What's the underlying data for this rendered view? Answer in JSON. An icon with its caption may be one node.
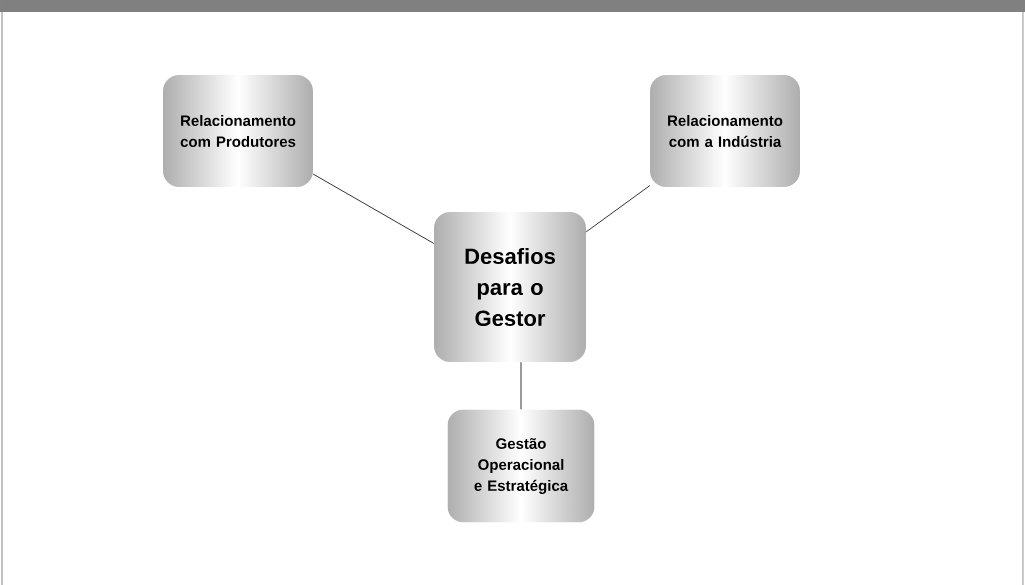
{
  "diagram": {
    "nodes": [
      {
        "text": [
          "Relacionamento com Produtores"
        ]
      },
      {
        "text": [
          "Relacionamento com a Indústria"
        ]
      },
      {
        "text": [
          "Desafios para o Gestor"
        ]
      },
      {
        "text": [
          "Gestão Operacional e Estratégica"
        ]
      }
    ],
    "edges": [
      {
        "from": 0,
        "to": 2,
        "arrow": "none"
      },
      {
        "from": 1,
        "to": 2,
        "arrow": "none"
      },
      {
        "from": 2,
        "to": 3,
        "arrow": "none"
      }
    ]
  }
}
